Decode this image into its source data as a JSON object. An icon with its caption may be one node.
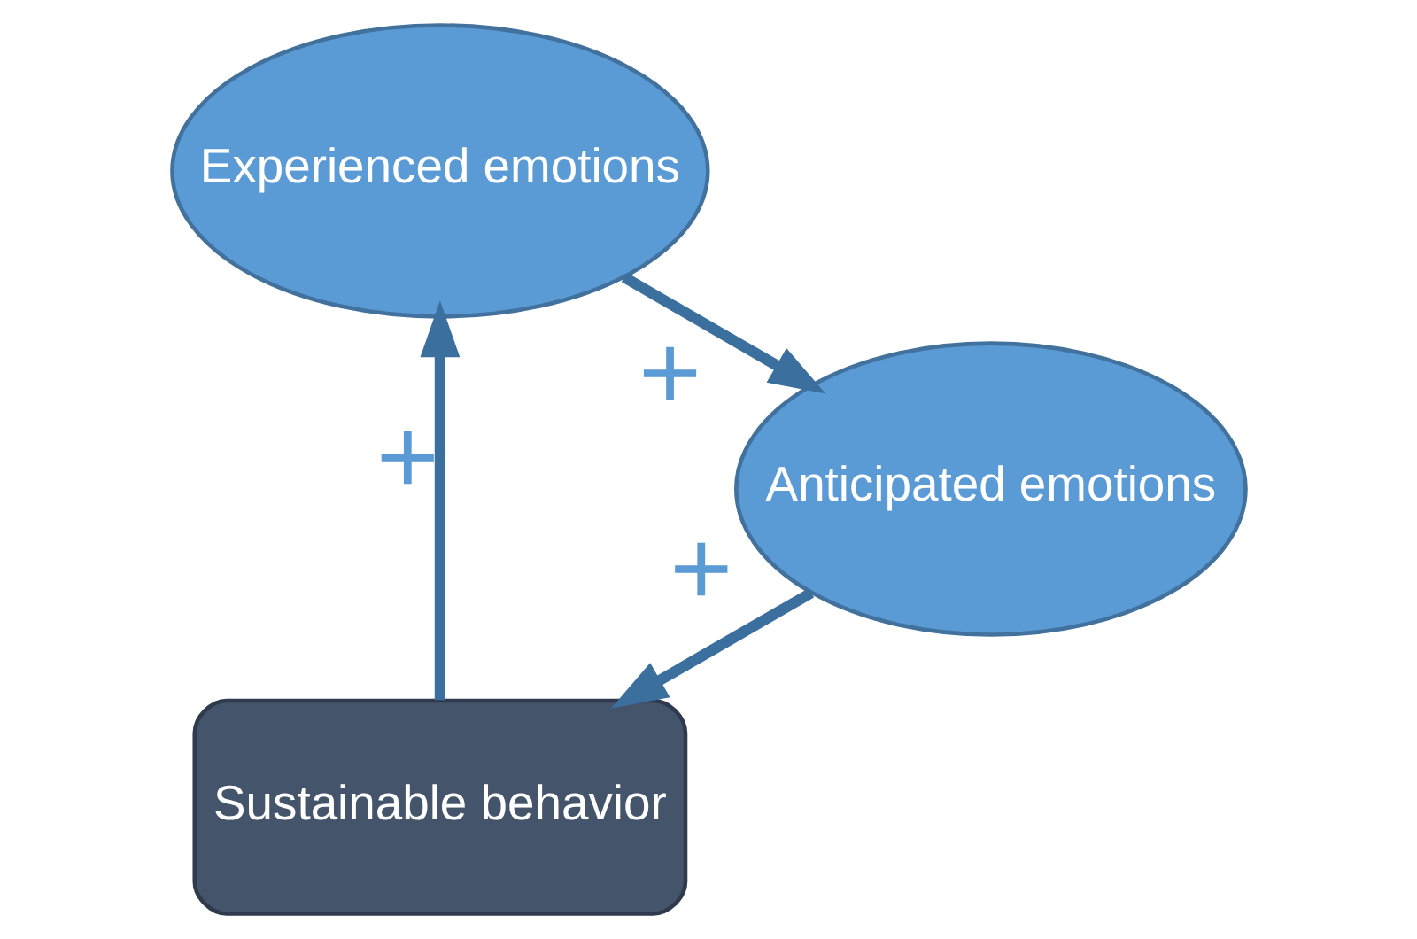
{
  "diagram": {
    "nodes": [
      {
        "text": [
          "Sustainable behavior"
        ]
      },
      {
        "text": [
          "Experienced emotions"
        ]
      },
      {
        "text": [
          "Anticipated emotions"
        ]
      }
    ],
    "edges": [
      {
        "from": 0,
        "to": 1,
        "arrow": "to",
        "label": "+"
      },
      {
        "from": 1,
        "to": 2,
        "arrow": "to",
        "label": "+"
      },
      {
        "from": 2,
        "to": 0,
        "arrow": "to",
        "label": "+"
      }
    ]
  }
}
